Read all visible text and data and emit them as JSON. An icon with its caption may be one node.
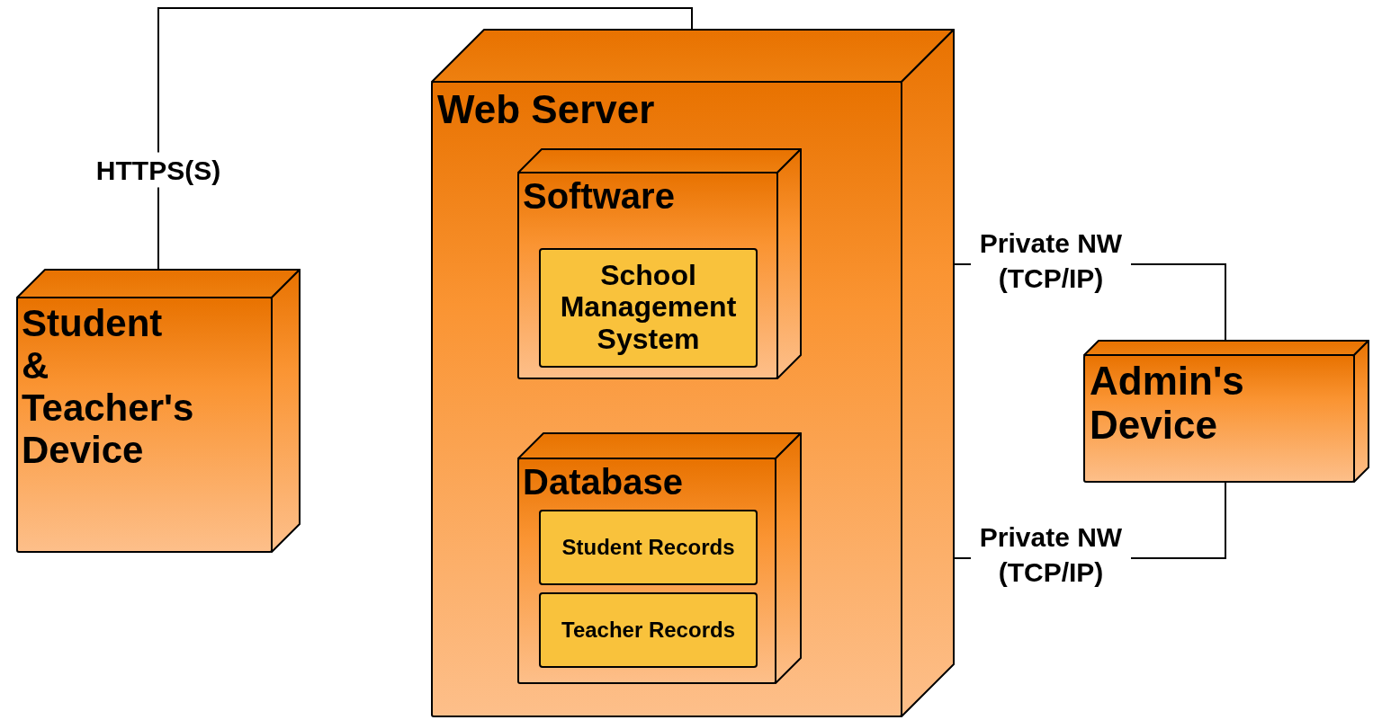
{
  "diagram": {
    "nodes": [
      {
        "text": [
          "Web Server"
        ]
      },
      {
        "text": [
          "Software"
        ],
        "in": 0
      },
      {
        "text": [
          "School Management System"
        ],
        "in": 1
      },
      {
        "text": [
          "Database"
        ],
        "in": 0
      },
      {
        "text": [
          "Student Records"
        ],
        "in": 3
      },
      {
        "text": [
          "Teacher Records"
        ],
        "in": 3
      },
      {
        "text": [
          "Student & Teacher's Device"
        ]
      },
      {
        "text": [
          "Admin's Device"
        ]
      }
    ],
    "edges": [
      {
        "from": 6,
        "to": 0,
        "arrow": "none",
        "label": "HTTPS(S)"
      },
      {
        "from": 1,
        "to": 7,
        "arrow": "none",
        "label": "Private NW (TCP/IP)"
      },
      {
        "from": 3,
        "to": 7,
        "arrow": "none",
        "label": "Private NW (TCP/IP)"
      }
    ]
  }
}
